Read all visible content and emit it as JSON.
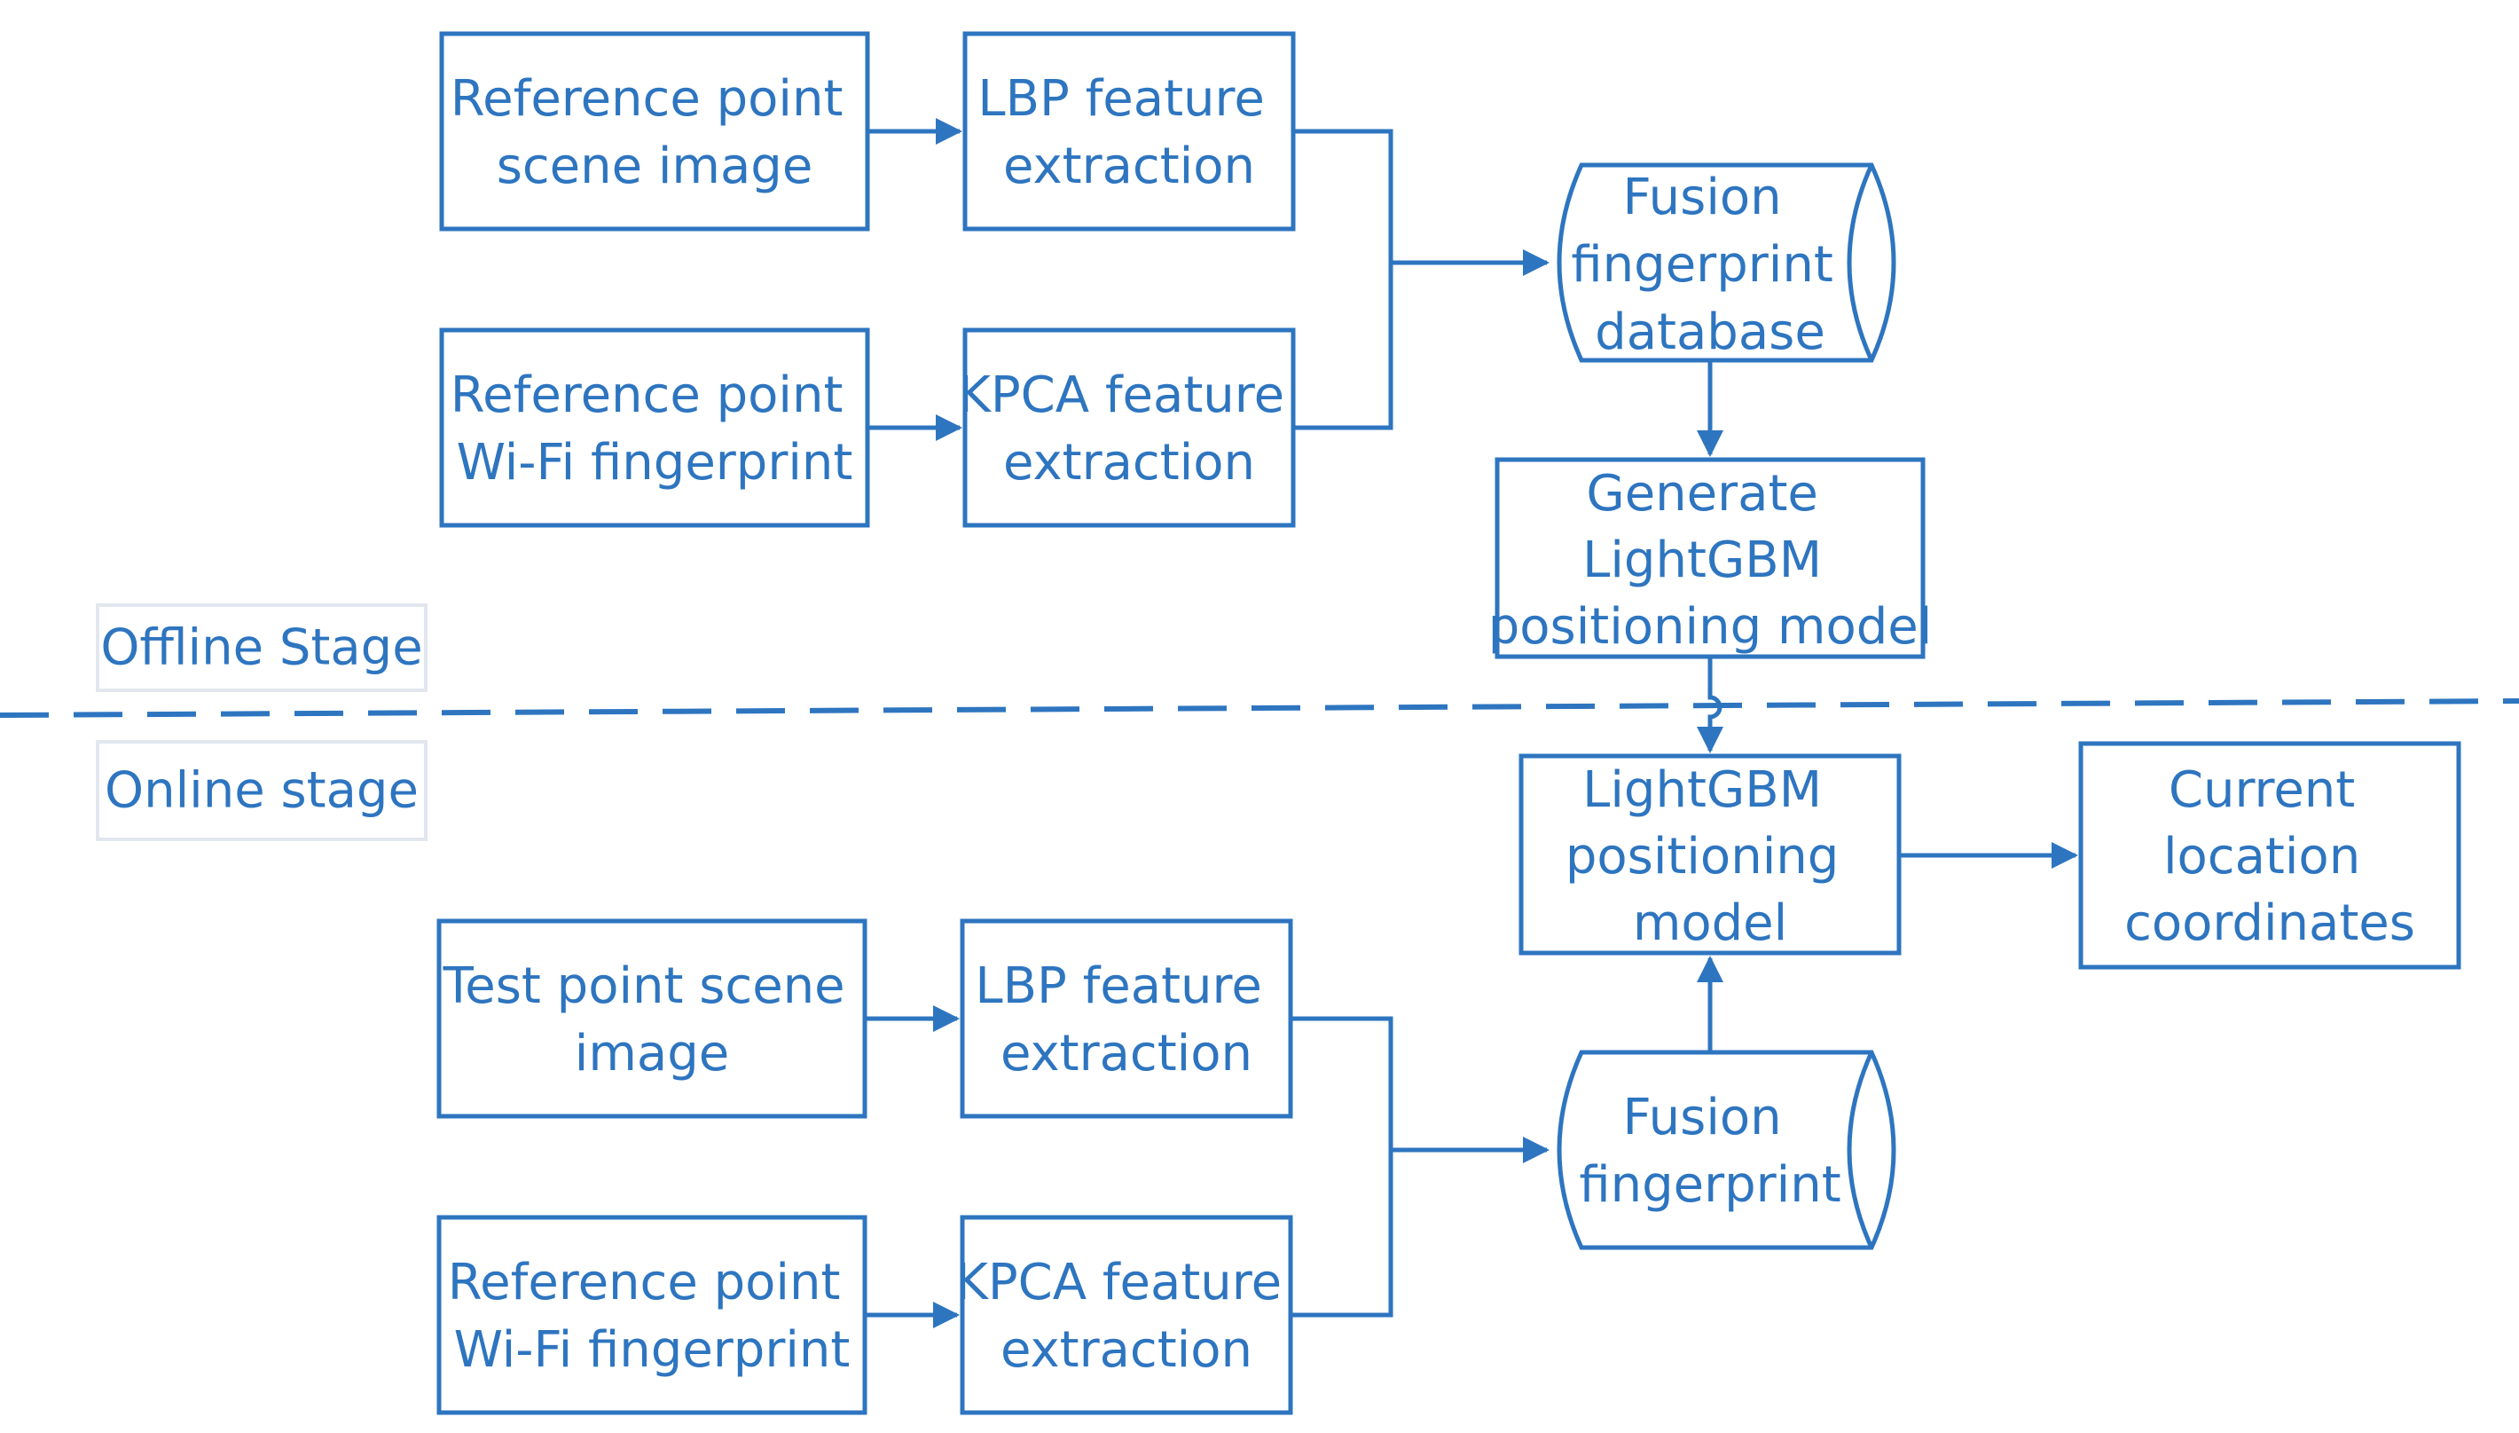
{
  "colors": {
    "primary": "#2e75c0",
    "stage_border": "#e2e6ee",
    "background": "#ffffff"
  },
  "stages": {
    "offline": "Offline Stage",
    "online": "Online stage"
  },
  "offline": {
    "ref_scene": [
      "Reference point",
      "scene image"
    ],
    "lbp": [
      "LBP feature",
      "extraction"
    ],
    "ref_wifi": [
      "Reference point",
      "Wi-Fi fingerprint"
    ],
    "kpca": [
      "KPCA feature",
      "extraction"
    ],
    "fusion_db": [
      "Fusion",
      "fingerprint",
      "database"
    ],
    "generate": [
      "Generate",
      "LightGBM",
      "positioning model"
    ]
  },
  "online": {
    "lightgbm": [
      "LightGBM",
      "positioning",
      "model"
    ],
    "current": [
      "Current",
      "location",
      "coordinates"
    ],
    "test_scene": [
      "Test point scene",
      "image"
    ],
    "lbp": [
      "LBP feature",
      "extraction"
    ],
    "ref_wifi": [
      "Reference point",
      "Wi-Fi fingerprint"
    ],
    "kpca": [
      "KPCA feature",
      "extraction"
    ],
    "fusion": [
      "Fusion",
      "fingerprint"
    ]
  }
}
